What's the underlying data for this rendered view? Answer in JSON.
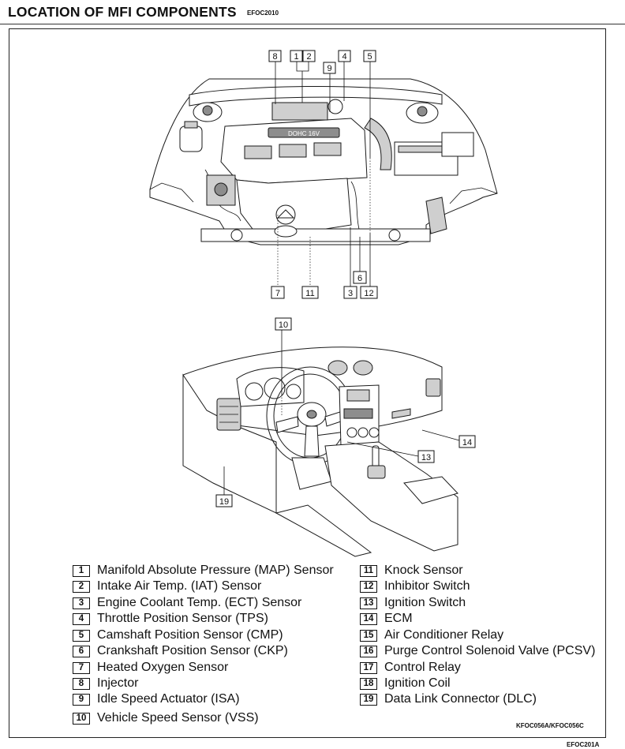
{
  "title": "LOCATION OF MFI COMPONENTS",
  "title_code": "EFOC2010",
  "engine_labels": [
    "8",
    "1",
    "2",
    "9",
    "4",
    "5",
    "7",
    "11",
    "6",
    "3",
    "12"
  ],
  "dash_labels": [
    "10",
    "14",
    "13",
    "19"
  ],
  "legend_left": [
    {
      "num": "1",
      "text": "Manifold Absolute Pressure (MAP) Sensor"
    },
    {
      "num": "2",
      "text": "Intake Air Temp. (IAT) Sensor"
    },
    {
      "num": "3",
      "text": "Engine Coolant Temp. (ECT) Sensor"
    },
    {
      "num": "4",
      "text": "Throttle Position Sensor (TPS)"
    },
    {
      "num": "5",
      "text": "Camshaft Position Sensor (CMP)"
    },
    {
      "num": "6",
      "text": "Crankshaft Position Sensor (CKP)"
    },
    {
      "num": "7",
      "text": "Heated Oxygen Sensor"
    },
    {
      "num": "8",
      "text": "Injector"
    },
    {
      "num": "9",
      "text": "Idle Speed Actuator (ISA)"
    },
    {
      "num": "10",
      "text": "Vehicle Speed Sensor (VSS)"
    }
  ],
  "legend_right": [
    {
      "num": "11",
      "text": "Knock Sensor"
    },
    {
      "num": "12",
      "text": "Inhibitor Switch"
    },
    {
      "num": "13",
      "text": "Ignition Switch"
    },
    {
      "num": "14",
      "text": "ECM"
    },
    {
      "num": "15",
      "text": "Air Conditioner Relay"
    },
    {
      "num": "16",
      "text": "Purge Control Solenoid Valve (PCSV)"
    },
    {
      "num": "17",
      "text": "Control Relay"
    },
    {
      "num": "18",
      "text": "Ignition Coil"
    },
    {
      "num": "19",
      "text": "Data Link Connector (DLC)"
    }
  ],
  "engine_cover_text": "DOHC 16V",
  "figure_ref": "KFOC056A/KFOC056C",
  "page_ref": "EFOC201A"
}
